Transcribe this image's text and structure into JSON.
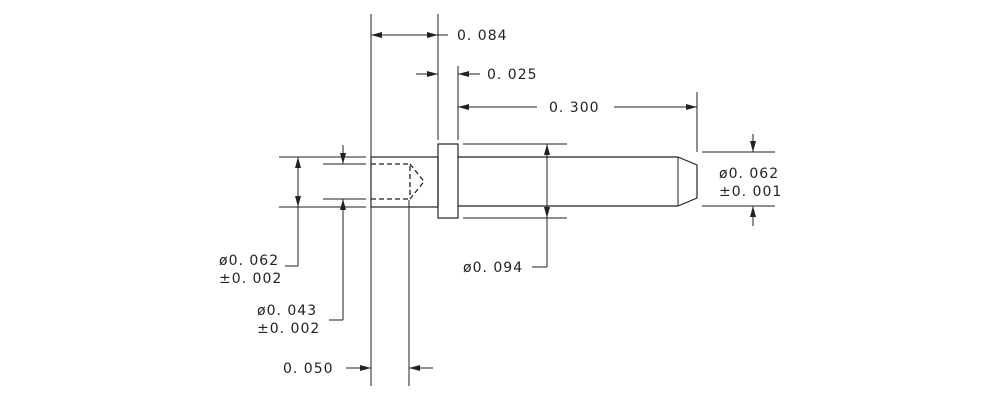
{
  "dimensions": {
    "overall_length": "0. 084",
    "flange_width": "0. 025",
    "pin_length": "0. 300",
    "tip_diameter": "ø0. 062",
    "tip_tolerance": "±0. 001",
    "flange_diameter": "ø0. 094",
    "tail_diameter": "ø0. 062",
    "tail_tolerance": "±0. 002",
    "bore_diameter": "ø0. 043",
    "bore_tolerance": "±0. 002",
    "bore_depth": "0. 050"
  }
}
